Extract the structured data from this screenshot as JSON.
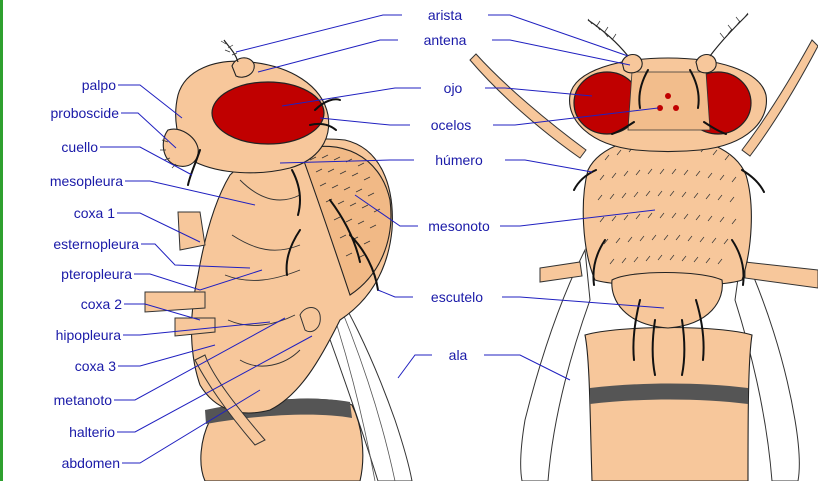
{
  "colors": {
    "body": "#f7c79b",
    "eye": "#c00000",
    "label": "#1a1aa8",
    "leader": "#2020c0",
    "frame": "#2ea02e",
    "band": "#555555"
  },
  "labels": {
    "left": [
      "palpo",
      "proboscide",
      "cuello",
      "mesopleura",
      "coxa 1",
      "esternopleura",
      "pteropleura",
      "coxa 2",
      "hipopleura",
      "coxa 3",
      "metanoto",
      "halterio",
      "abdomen"
    ],
    "center": [
      "arista",
      "antena",
      "ojo",
      "ocelos",
      "húmero",
      "mesonoto",
      "escutelo",
      "ala"
    ]
  }
}
